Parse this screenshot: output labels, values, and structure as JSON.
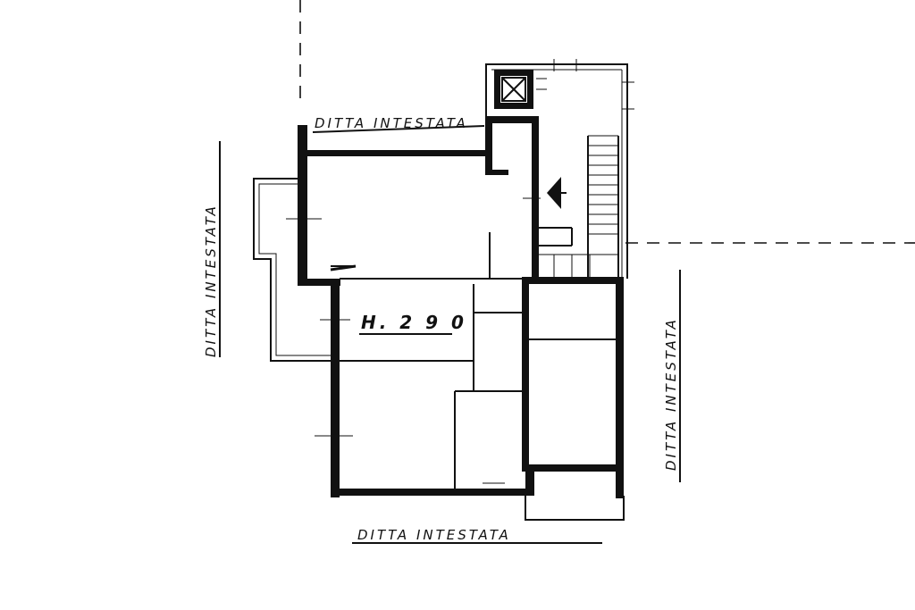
{
  "labels": {
    "top": "DITTA INTESTATA",
    "left": "DITTA INTESTATA",
    "right": "DITTA INTESTATA",
    "bottom": "DITTA INTESTATA",
    "height": "H. 2 9 0"
  }
}
